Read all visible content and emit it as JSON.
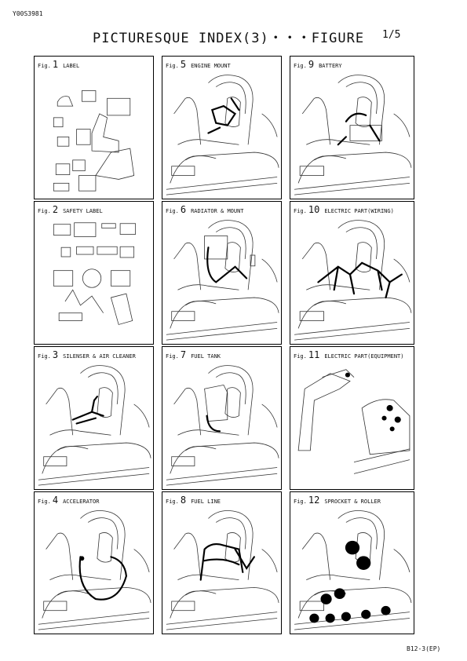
{
  "header": {
    "doc_id": "Y00S3981",
    "title": "PICTURESQUE INDEX(3)・・・FIGURE",
    "page": "1/5"
  },
  "footer": {
    "code": "B12-3(EP)"
  },
  "figures": [
    {
      "fig": "Fig.",
      "num": "1",
      "title": "LABEL",
      "kind": "labels"
    },
    {
      "fig": "Fig.",
      "num": "2",
      "title": "SAFETY LABEL",
      "kind": "safety"
    },
    {
      "fig": "Fig.",
      "num": "3",
      "title": "SILENSER & AIR CLEANER",
      "kind": "machine"
    },
    {
      "fig": "Fig.",
      "num": "4",
      "title": "ACCELERATOR",
      "kind": "machine"
    },
    {
      "fig": "Fig.",
      "num": "5",
      "title": "ENGINE MOUNT",
      "kind": "machine"
    },
    {
      "fig": "Fig.",
      "num": "6",
      "title": "RADIATOR & MOUNT",
      "kind": "machine"
    },
    {
      "fig": "Fig.",
      "num": "7",
      "title": "FUEL TANK",
      "kind": "machine"
    },
    {
      "fig": "Fig.",
      "num": "8",
      "title": "FUEL LINE",
      "kind": "machine"
    },
    {
      "fig": "Fig.",
      "num": "9",
      "title": "BATTERY",
      "kind": "machine"
    },
    {
      "fig": "Fig.",
      "num": "10",
      "title": "ELECTRIC PART(WIRING)",
      "kind": "machine"
    },
    {
      "fig": "Fig.",
      "num": "11",
      "title": "ELECTRIC PART(EQUIPMENT)",
      "kind": "arm"
    },
    {
      "fig": "Fig.",
      "num": "12",
      "title": "SPROCKET & ROLLER",
      "kind": "machine"
    }
  ]
}
